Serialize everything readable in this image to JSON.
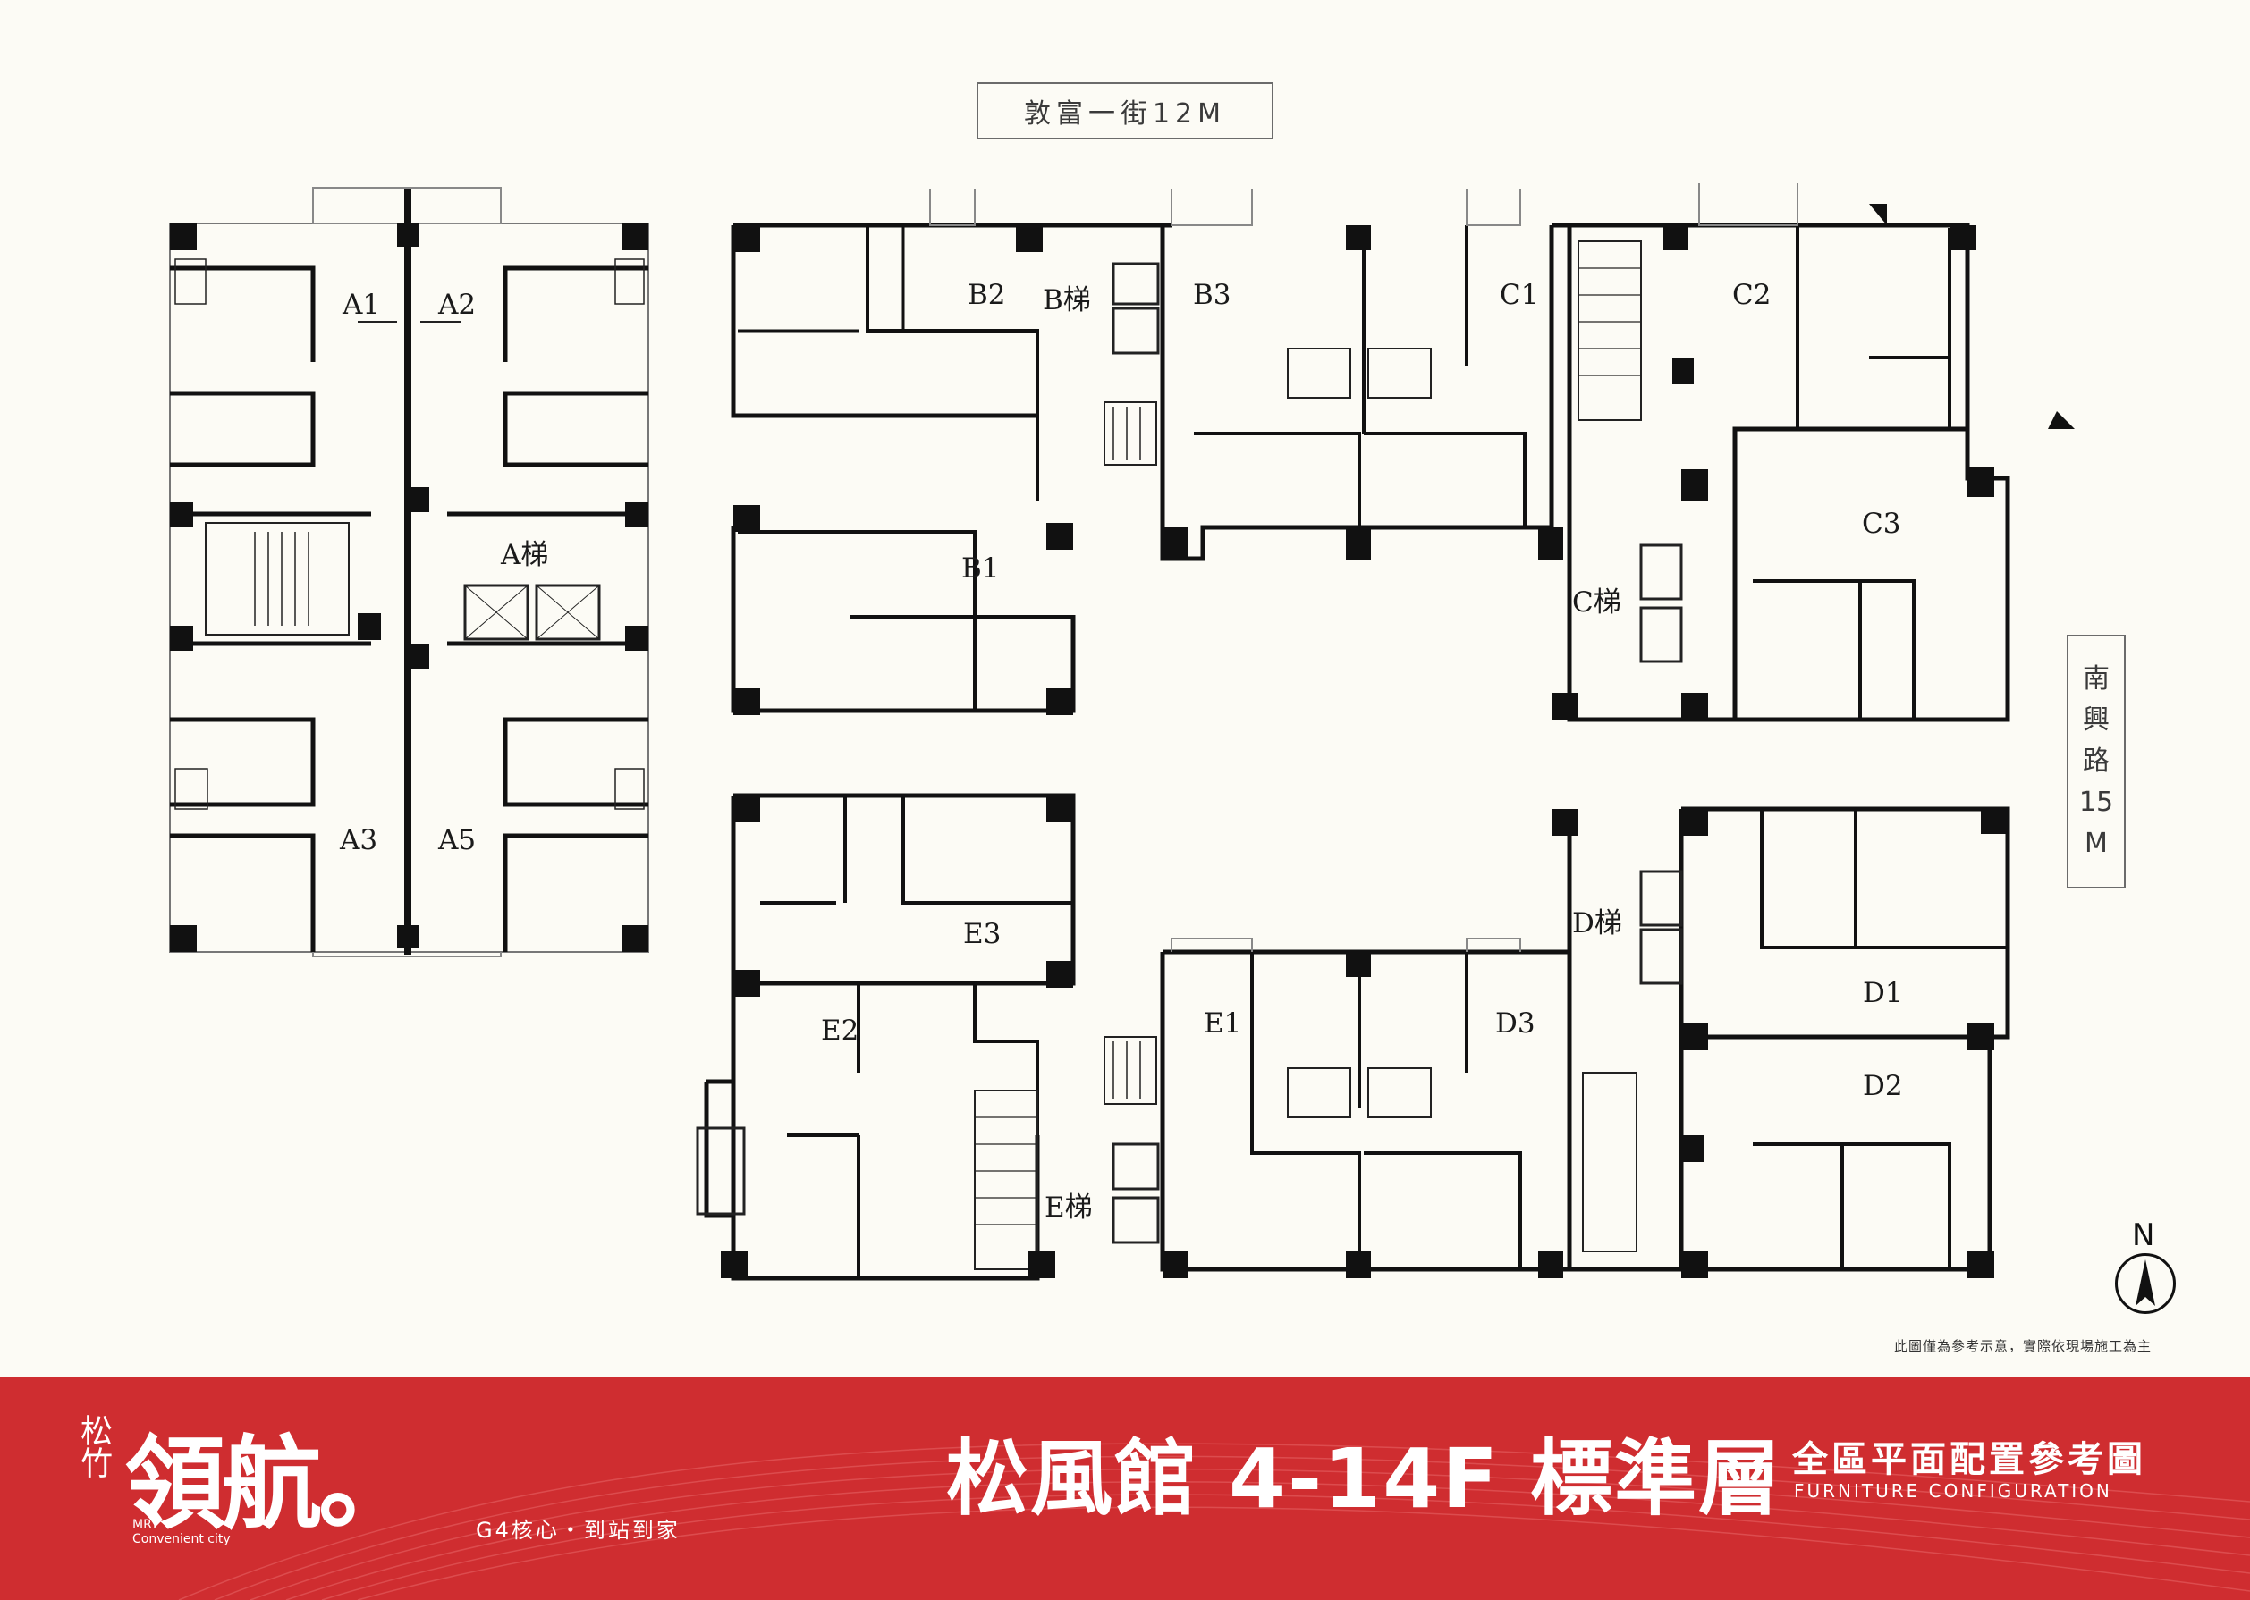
{
  "streets": {
    "top": "敦富一街12M",
    "right": [
      "南",
      "興",
      "路",
      "15",
      "M"
    ]
  },
  "units": {
    "A1": "A1",
    "A2": "A2",
    "A3": "A3",
    "A5": "A5",
    "A_elev": "A梯",
    "B1": "B1",
    "B2": "B2",
    "B3": "B3",
    "B_elev": "B梯",
    "C1": "C1",
    "C2": "C2",
    "C3": "C3",
    "C_elev": "C梯",
    "D1": "D1",
    "D2": "D2",
    "D3": "D3",
    "D_elev": "D梯",
    "E1": "E1",
    "E2": "E2",
    "E3": "E3",
    "E_elev": "E梯"
  },
  "compass": "N",
  "note": "此圖僅為參考示意，實際依現場施工為主",
  "footer": {
    "brand_small": "松竹",
    "brand_big": "領航。",
    "brand_sub_1": "MRT",
    "brand_sub_2": "Convenient city",
    "slogan": "G4核心・到站到家",
    "title": "松風館 4-14F 標準層",
    "subtitle": "全區平面配置參考圖",
    "subtitle_en": "FURNITURE CONFIGURATION"
  },
  "colors": {
    "banner": "#cf2d30",
    "wall": "#111111",
    "background": "#fcfbf5"
  }
}
